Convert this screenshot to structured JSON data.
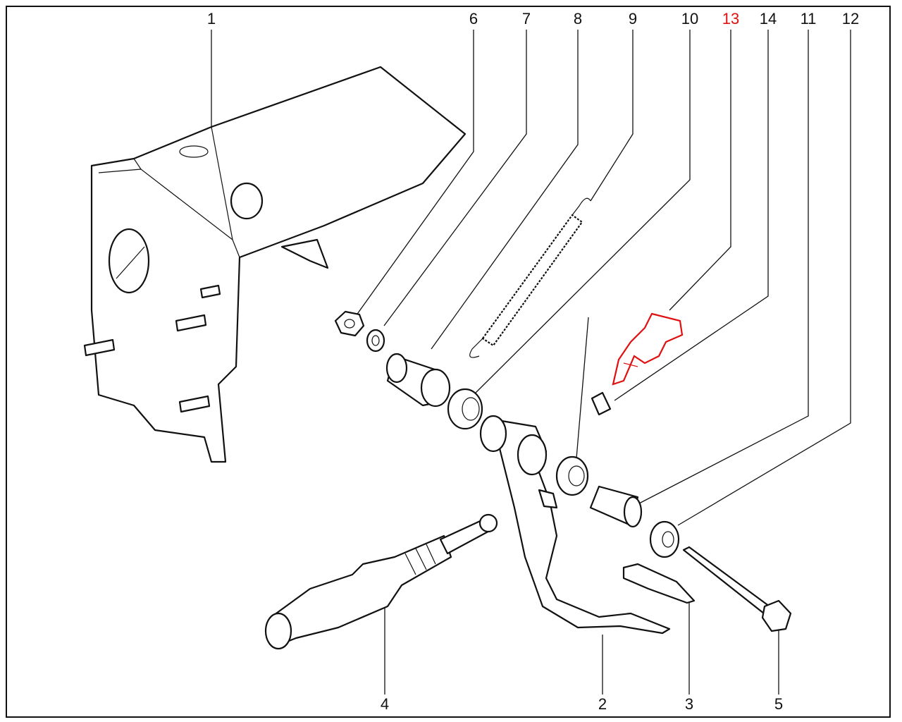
{
  "diagram": {
    "top_labels": [
      {
        "id": "1",
        "text": "1"
      },
      {
        "id": "6",
        "text": "6"
      },
      {
        "id": "7",
        "text": "7"
      },
      {
        "id": "8",
        "text": "8"
      },
      {
        "id": "9",
        "text": "9"
      },
      {
        "id": "10",
        "text": "10"
      },
      {
        "id": "13",
        "text": "13",
        "highlight": true
      },
      {
        "id": "14",
        "text": "14"
      },
      {
        "id": "11",
        "text": "11"
      },
      {
        "id": "12",
        "text": "12"
      }
    ],
    "bottom_labels": [
      {
        "id": "4",
        "text": "4"
      },
      {
        "id": "2",
        "text": "2"
      },
      {
        "id": "3",
        "text": "3"
      },
      {
        "id": "5",
        "text": "5"
      }
    ],
    "highlight_color": "#e01010"
  }
}
